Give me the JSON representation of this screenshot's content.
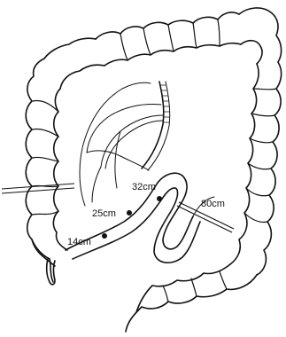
{
  "labels": {
    "mark_14": "14cm",
    "mark_25": "25cm",
    "mark_32": "32cm",
    "mark_80": "80cm"
  },
  "colors": {
    "ink": "#111111",
    "background": "#ffffff"
  }
}
